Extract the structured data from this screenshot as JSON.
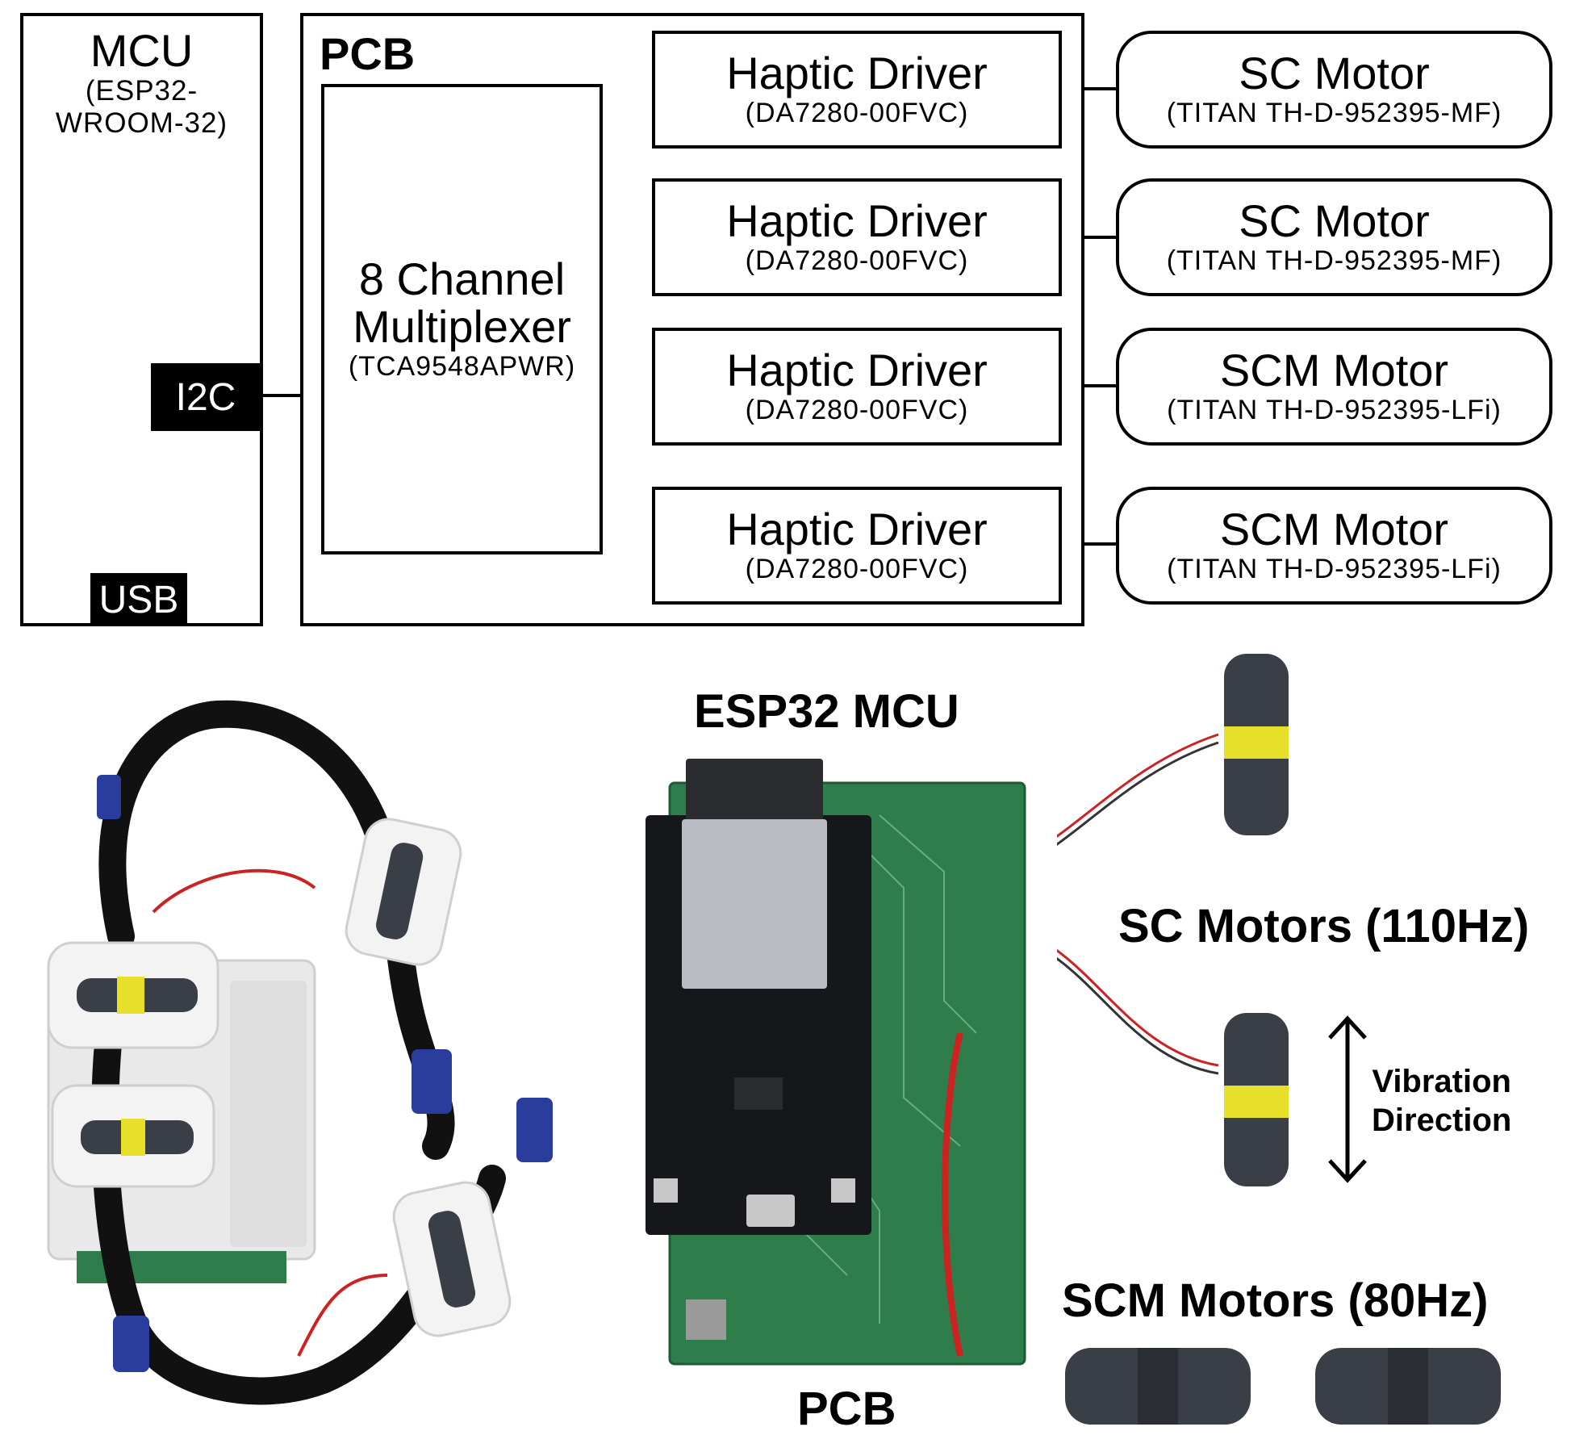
{
  "mcu": {
    "title": "MCU",
    "subtitle": "(ESP32-\nWROOM-32)",
    "i2c": "I2C",
    "usb": "USB"
  },
  "pcb": {
    "title": "PCB",
    "mux": {
      "title": "8 Channel\nMultiplexer",
      "part": "(TCA9548APWR)"
    },
    "drivers": [
      {
        "title": "Haptic Driver",
        "part": "(DA7280-00FVC)"
      },
      {
        "title": "Haptic Driver",
        "part": "(DA7280-00FVC)"
      },
      {
        "title": "Haptic Driver",
        "part": "(DA7280-00FVC)"
      },
      {
        "title": "Haptic Driver",
        "part": "(DA7280-00FVC)"
      }
    ]
  },
  "motors": [
    {
      "title": "SC Motor",
      "part": "(TITAN TH-D-952395-MF)"
    },
    {
      "title": "SC Motor",
      "part": "(TITAN TH-D-952395-MF)"
    },
    {
      "title": "SCM Motor",
      "part": "(TITAN TH-D-952395-LFi)"
    },
    {
      "title": "SCM Motor",
      "part": "(TITAN TH-D-952395-LFi)"
    }
  ],
  "photo": {
    "esp32_label": "ESP32 MCU",
    "pcb_label": "PCB",
    "sc_label": "SC Motors (110Hz)",
    "scm_label": "SCM Motors (80Hz)",
    "vibration_label": "Vibration\nDirection"
  },
  "colors": {
    "pcb_green": "#2e7d4a",
    "strap": "#111111",
    "clip_blue": "#2a3d9c",
    "motor_yellow": "#e6e02a"
  }
}
